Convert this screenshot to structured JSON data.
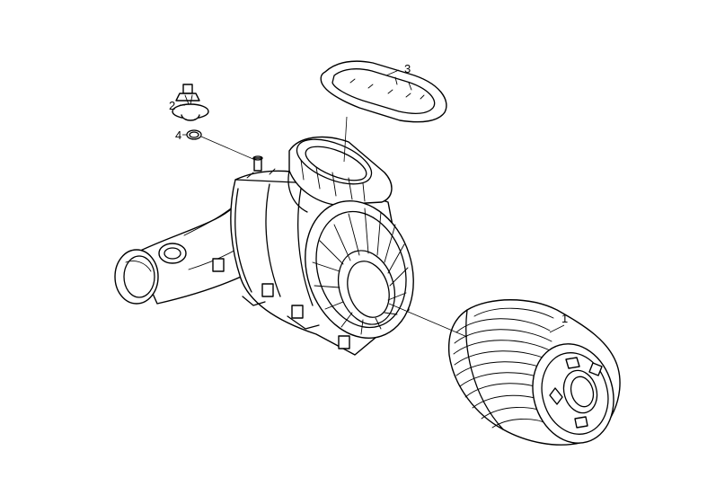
{
  "diagram": {
    "background": "#ffffff",
    "line_color": "#000000",
    "parts": [
      {
        "id": "air-filter-element",
        "label": "1"
      },
      {
        "id": "sensor",
        "label": "2"
      },
      {
        "id": "seal-gasket",
        "label": "3"
      },
      {
        "id": "o-ring",
        "label": "4"
      }
    ]
  }
}
